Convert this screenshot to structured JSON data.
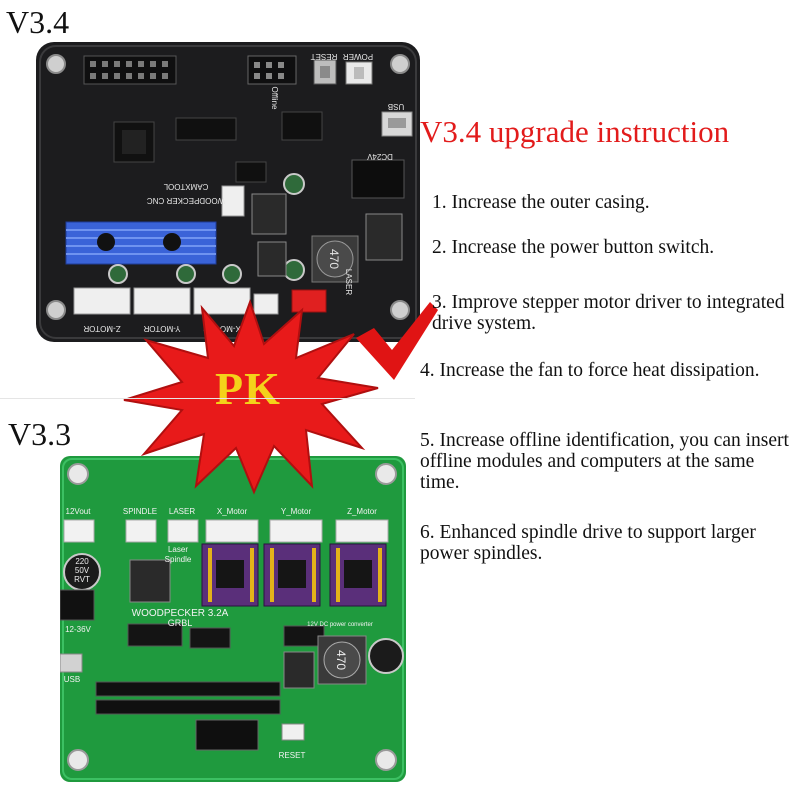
{
  "labels": {
    "v34": "V3.4",
    "v33": "V3.3",
    "pk": "PK"
  },
  "instructions": {
    "title": "V3.4 upgrade instruction",
    "items": [
      "1. Increase the outer casing.",
      "2. Increase the power button switch.",
      "3. Improve stepper motor driver to integrated drive system.",
      "4. Increase the fan to force heat dissipation.",
      "5. Increase offline identification, you can insert offline modules and computers at the same time.",
      "6. Enhanced spindle drive to support larger power spindles."
    ]
  },
  "board_v34": {
    "silk": [
      "WOODPECKER CNC",
      "CAMXTOOL",
      "RESET",
      "POWER",
      "USB",
      "DC24V",
      "Offline",
      "470",
      "X-MOTOR",
      "Y-MOTOR",
      "Z-MOTOR",
      "LASER"
    ]
  },
  "board_v33": {
    "silk": [
      "WOODPECKER 3.2A",
      "GRBL",
      "RESET",
      "12Vout",
      "SPINDLE",
      "LASER",
      "X_Motor",
      "Y_Motor",
      "Z_Motor",
      "Spindle",
      "Laser",
      "12-36V",
      "USB",
      "220 50V RVT",
      "470",
      "12V DC power converter"
    ]
  },
  "colors": {
    "title_red": "#e21b1b",
    "check_red": "#e01414",
    "star_red": "#e81a1a",
    "pk_yellow": "#f4d21a",
    "pcb_black": "#1c1c1e",
    "pcb_green": "#1f9a3e"
  }
}
